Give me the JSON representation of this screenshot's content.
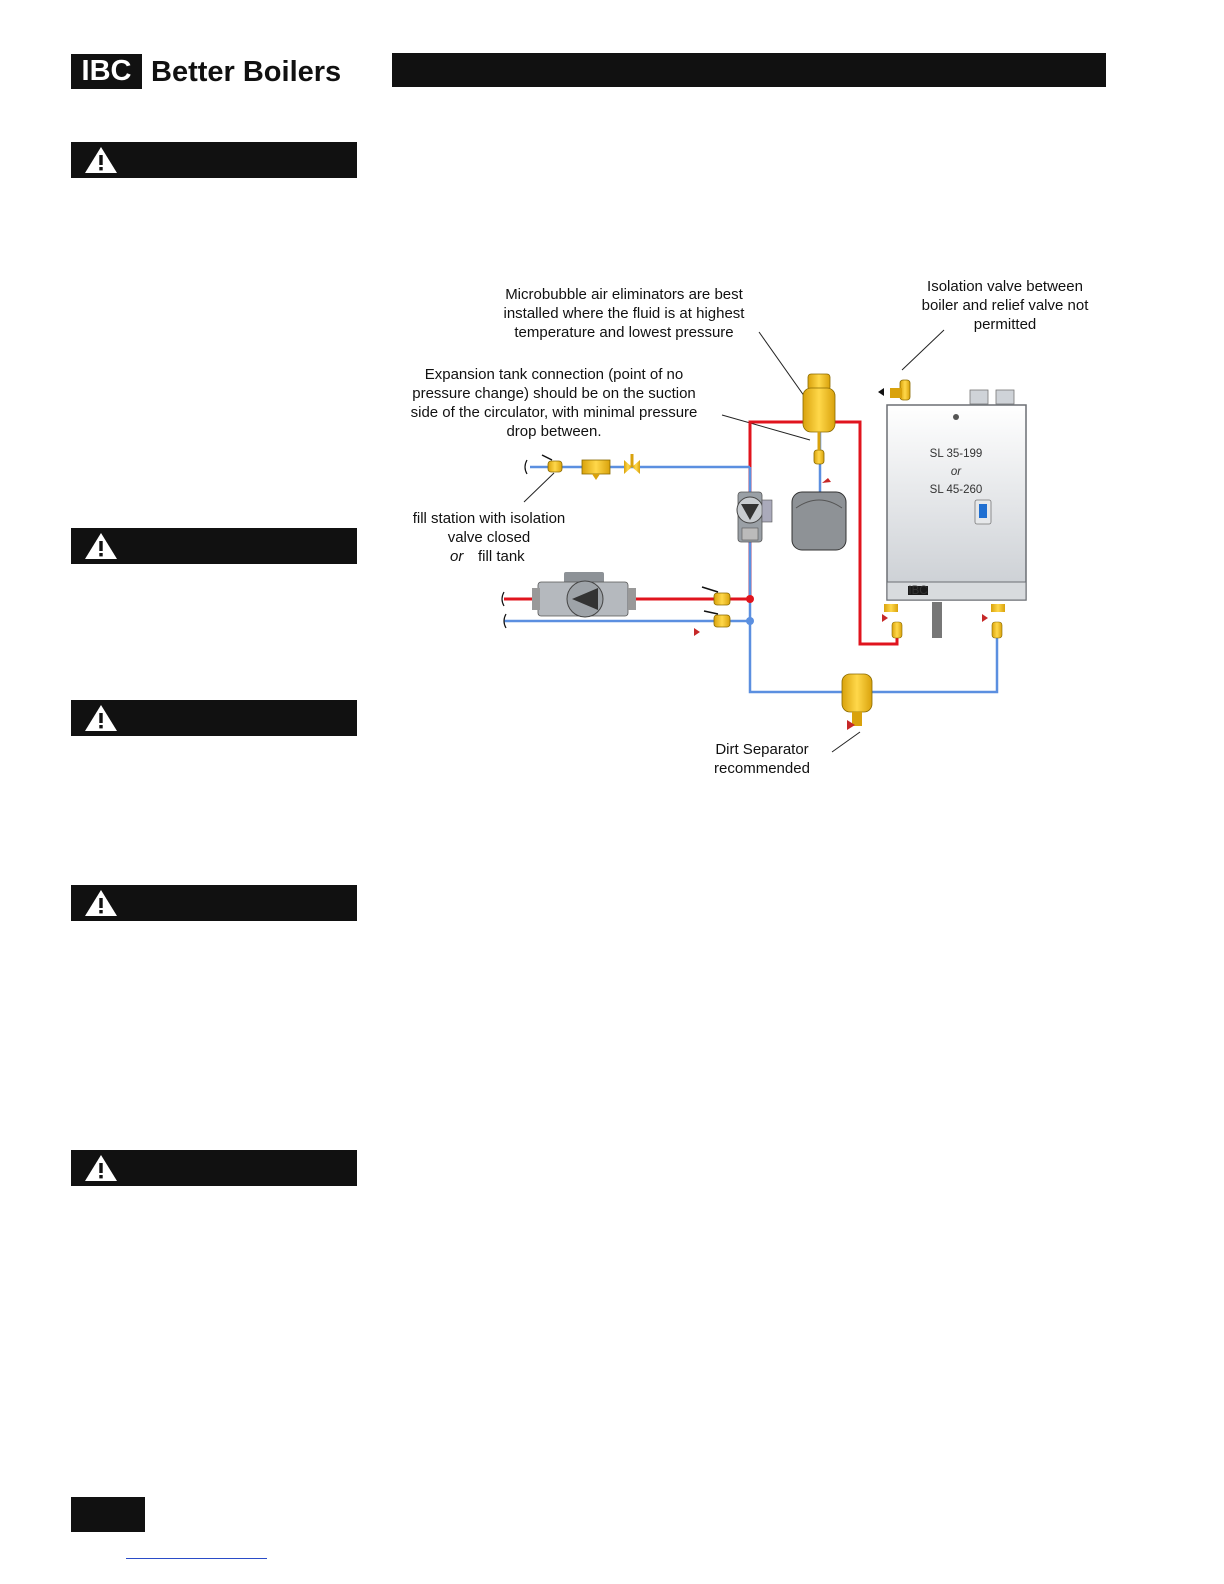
{
  "header": {
    "logo_text": "IBC",
    "brand_text": "Better Boilers"
  },
  "warnings": [
    {
      "icon": "warning-triangle-icon"
    },
    {
      "icon": "warning-triangle-icon"
    },
    {
      "icon": "warning-triangle-icon"
    },
    {
      "icon": "warning-triangle-icon"
    },
    {
      "icon": "warning-triangle-icon"
    }
  ],
  "diagram": {
    "labels": {
      "microbubble": [
        "Microbubble air eliminators are best",
        "installed where the fluid is at highest",
        "temperature and lowest pressure"
      ],
      "isolation": [
        "Isolation valve between",
        "boiler and relief valve not",
        "permitted"
      ],
      "expansion": [
        "Expansion tank connection (point of no",
        "pressure change) should be on the suction",
        "side of the circulator, with minimal pressure",
        "drop between."
      ],
      "fill_station": [
        "fill station with isolation",
        "valve closed"
      ],
      "fill_or": "or",
      "fill_tank": "fill tank",
      "dirt": [
        "Dirt Separator",
        "recommended"
      ]
    },
    "boiler": {
      "model_1": "SL 35-199",
      "model_or": "or",
      "model_2": "SL 45-260",
      "badge": "IBC"
    },
    "colors": {
      "supply": "#e0141e",
      "return": "#5b8fe0",
      "brass": "#f2c21d"
    }
  }
}
